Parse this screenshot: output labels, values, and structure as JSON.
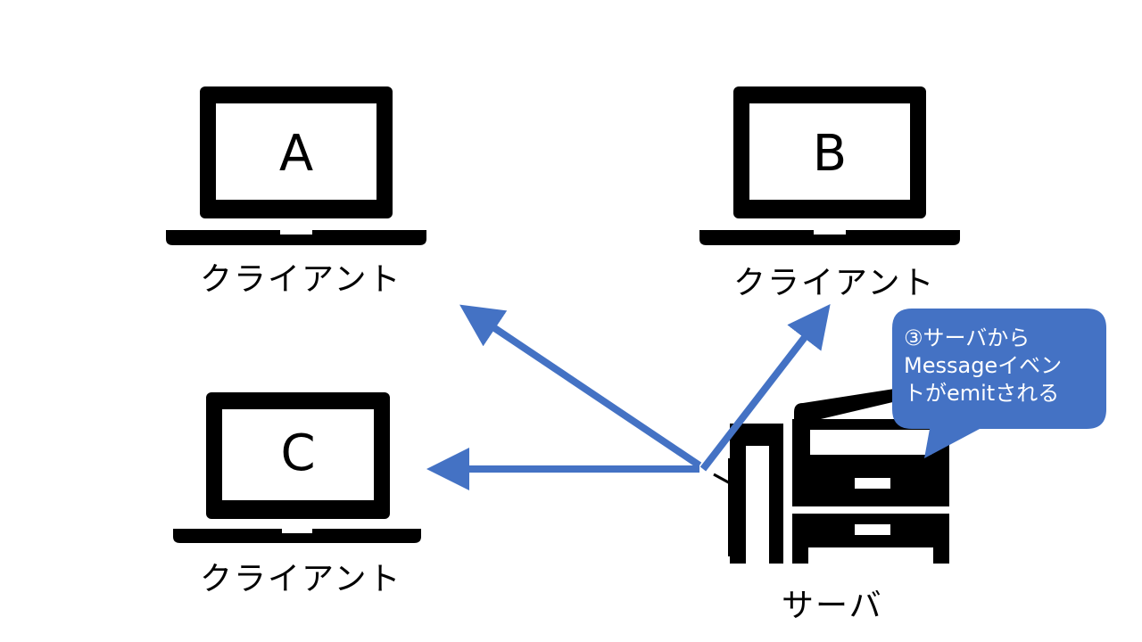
{
  "clients": [
    {
      "letter": "A",
      "caption": "クライアント"
    },
    {
      "letter": "B",
      "caption": "クライアント"
    },
    {
      "letter": "C",
      "caption": "クライアント"
    }
  ],
  "server": {
    "caption": "サーバ"
  },
  "callout": {
    "lines": [
      "③サーバから",
      "Messageイベン",
      "トがemitされる"
    ],
    "color": "#4472c4"
  },
  "arrows": {
    "color": "#4472c4",
    "targets": [
      "A",
      "B",
      "C"
    ]
  }
}
